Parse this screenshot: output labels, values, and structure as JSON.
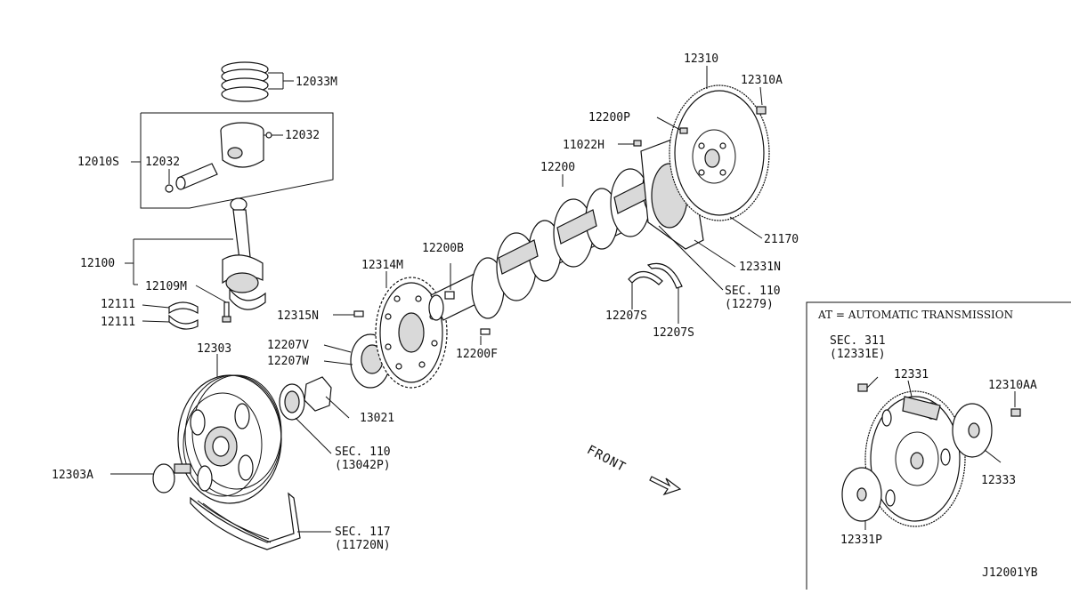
{
  "diagram": {
    "diagram_code": "J12001YB",
    "front_label": "FRONT",
    "inset_title": "AT = AUTOMATIC TRANSMISSION",
    "part_labels": {
      "p12033M": "12033M",
      "p12032a": "12032",
      "p12010S": "12010S",
      "p12032b": "12032",
      "p12100": "12100",
      "p12109M": "12109M",
      "p12111a": "12111",
      "p12111b": "12111",
      "p12303": "12303",
      "p12303A": "12303A",
      "p12314M": "12314M",
      "p12315N": "12315N",
      "p12207V": "12207V",
      "p12207W": "12207W",
      "p13021": "13021",
      "sec110a": "SEC. 110",
      "sec110a_ref": "(13042P)",
      "sec117": "SEC. 117",
      "sec117_ref": "(11720N)",
      "p12200B": "12200B",
      "p12200F": "12200F",
      "p12200": "12200",
      "p11022H": "11022H",
      "p12200P": "12200P",
      "p12310": "12310",
      "p12310A": "12310A",
      "p21170": "21170",
      "p12331N": "12331N",
      "sec110b": "SEC. 110",
      "sec110b_ref": "(12279)",
      "p12207Sa": "12207S",
      "p12207Sb": "12207S",
      "sec311": "SEC. 311",
      "sec311_ref": "(12331E)",
      "p12331": "12331",
      "p12310AA": "12310AA",
      "p12333": "12333",
      "p12331P": "12331P"
    }
  }
}
